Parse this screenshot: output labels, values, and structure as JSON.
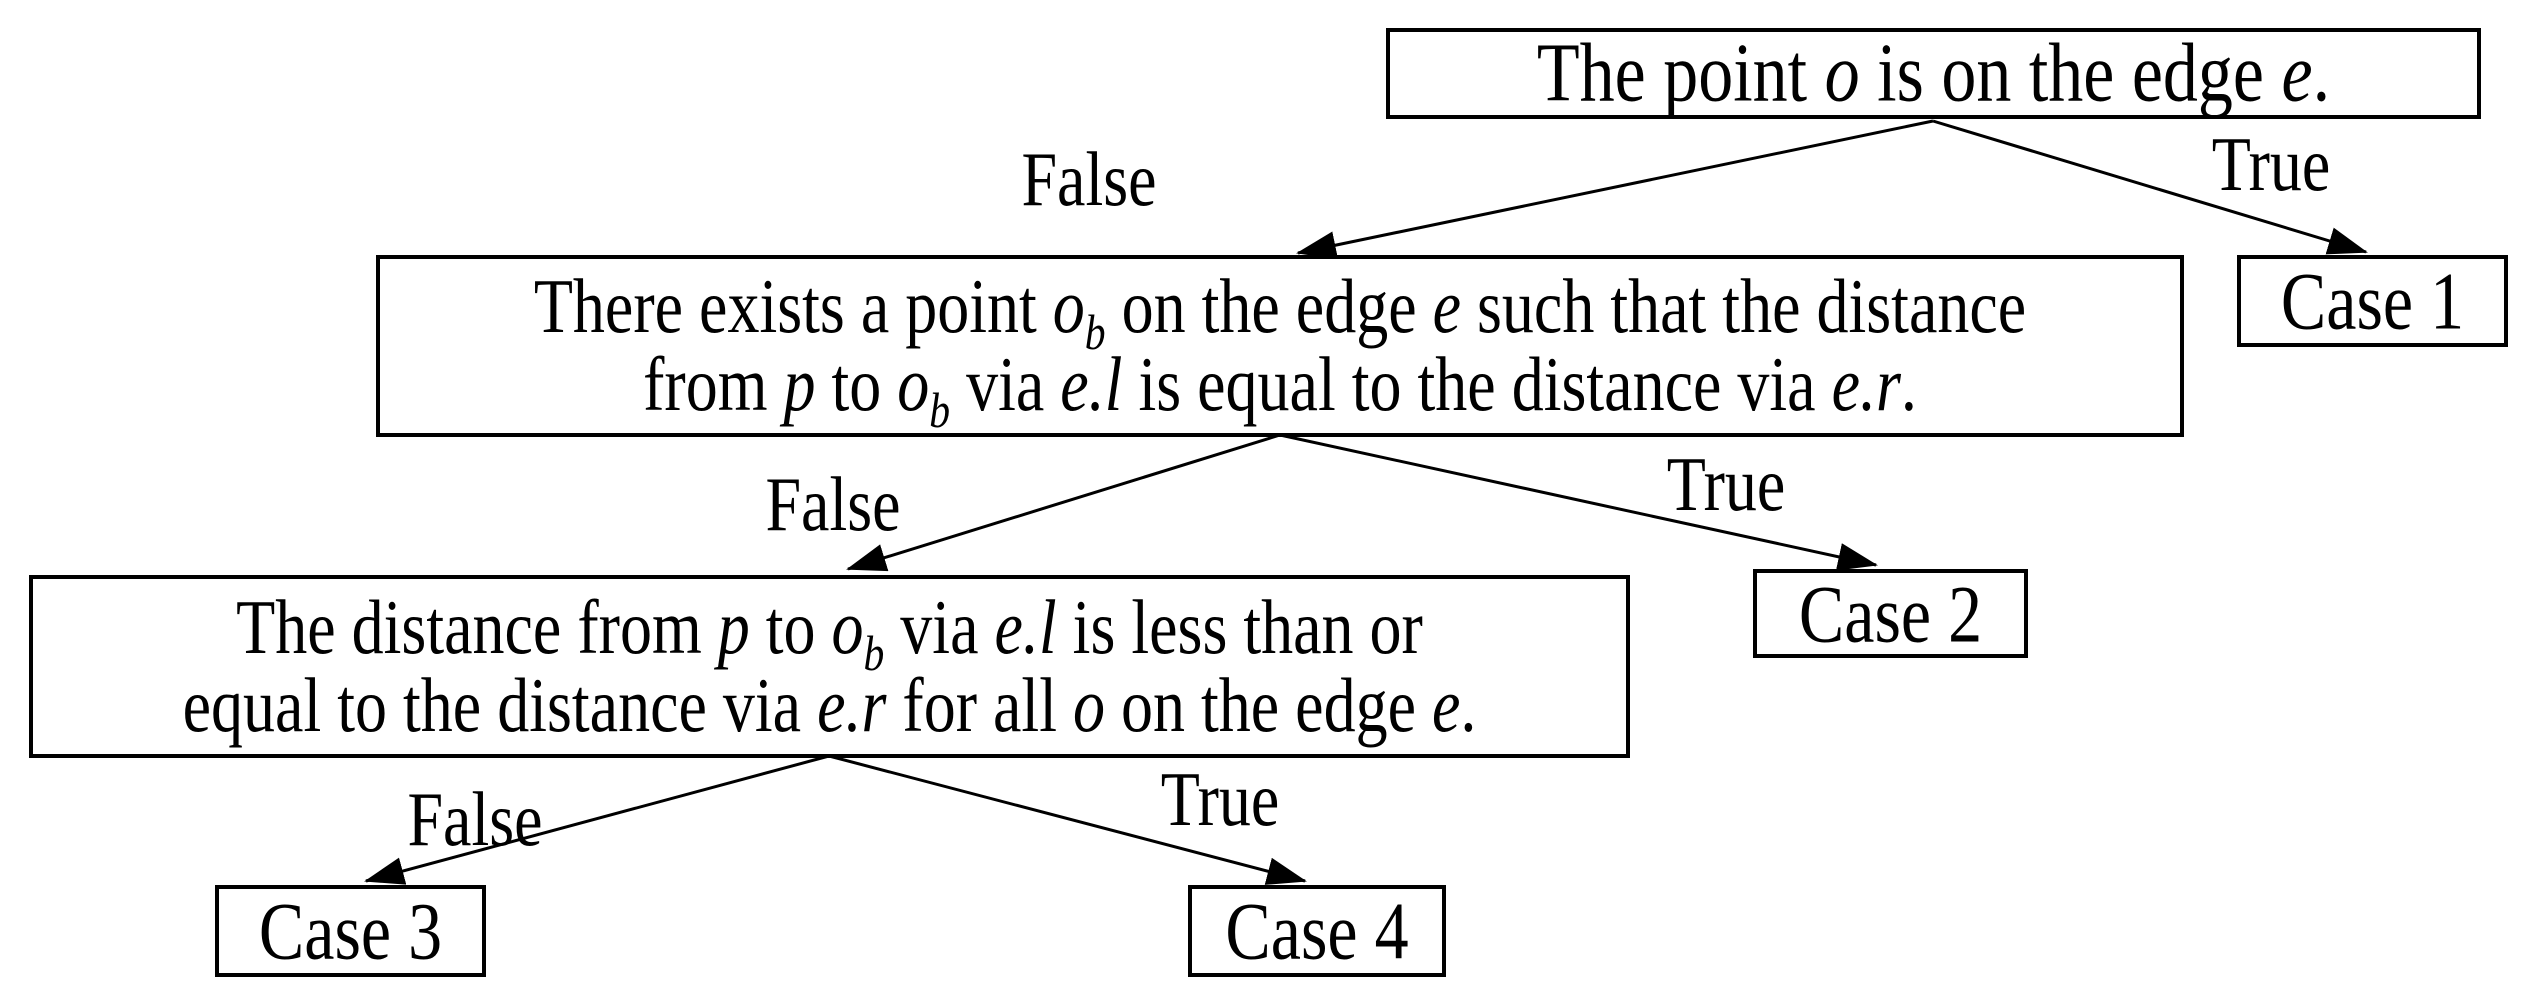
{
  "diagram": {
    "title": "edge-case decision tree",
    "colors": {
      "background": "#ffffff",
      "foreground": "#000000"
    },
    "nodes": {
      "root": {
        "lines": [
          [
            {
              "t": "The point ",
              "i": false
            },
            {
              "t": "o",
              "i": true
            },
            {
              "t": " is on the edge ",
              "i": false
            },
            {
              "t": "e",
              "i": true
            },
            {
              "t": ".",
              "i": false
            }
          ]
        ]
      },
      "decision2": {
        "lines": [
          [
            {
              "t": "There exists a point ",
              "i": false
            },
            {
              "t": "o",
              "i": true
            },
            {
              "t": "b",
              "i": true,
              "sub": true
            },
            {
              "t": " on the edge ",
              "i": false
            },
            {
              "t": "e",
              "i": true
            },
            {
              "t": " such that the distance",
              "i": false
            }
          ],
          [
            {
              "t": "from ",
              "i": false
            },
            {
              "t": "p",
              "i": true
            },
            {
              "t": " to ",
              "i": false
            },
            {
              "t": "o",
              "i": true
            },
            {
              "t": "b",
              "i": true,
              "sub": true
            },
            {
              "t": " via ",
              "i": false
            },
            {
              "t": "e.l",
              "i": true
            },
            {
              "t": " is equal to the distance via ",
              "i": false
            },
            {
              "t": "e.r",
              "i": true
            },
            {
              "t": ".",
              "i": false
            }
          ]
        ]
      },
      "decision3": {
        "lines": [
          [
            {
              "t": "The distance from ",
              "i": false
            },
            {
              "t": "p",
              "i": true
            },
            {
              "t": " to ",
              "i": false
            },
            {
              "t": "o",
              "i": true
            },
            {
              "t": "b",
              "i": true,
              "sub": true
            },
            {
              "t": " via ",
              "i": false
            },
            {
              "t": "e.l",
              "i": true
            },
            {
              "t": " is less than or",
              "i": false
            }
          ],
          [
            {
              "t": "equal to the distance via ",
              "i": false
            },
            {
              "t": "e.r",
              "i": true
            },
            {
              "t": " for all ",
              "i": false
            },
            {
              "t": "o",
              "i": true
            },
            {
              "t": " on the edge ",
              "i": false
            },
            {
              "t": "e",
              "i": true
            },
            {
              "t": ".",
              "i": false
            }
          ]
        ]
      }
    },
    "cases": [
      {
        "label": "Case 1"
      },
      {
        "label": "Case 2"
      },
      {
        "label": "Case 3"
      },
      {
        "label": "Case 4"
      }
    ],
    "branches": [
      {
        "false_label": "False",
        "true_label": "True"
      },
      {
        "false_label": "False",
        "true_label": "True"
      },
      {
        "false_label": "False",
        "true_label": "True"
      }
    ]
  }
}
